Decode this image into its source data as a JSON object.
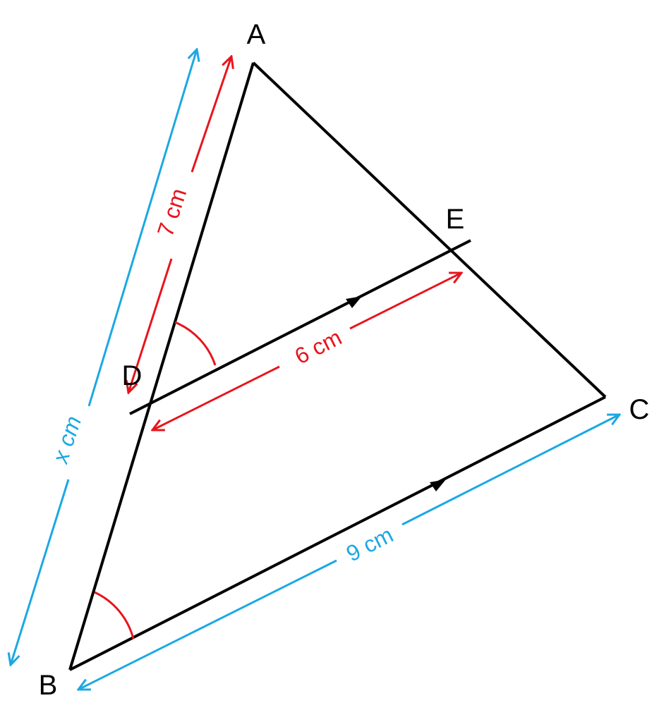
{
  "vertices": {
    "a": "A",
    "b": "B",
    "c": "C",
    "d": "D",
    "e": "E"
  },
  "measurements": {
    "ad": "7 cm",
    "de": "6 cm",
    "bc": "9 cm",
    "ab": "x cm"
  },
  "colors": {
    "lines": "#000000",
    "inner_measure": "#e8141c",
    "outer_measure": "#1ba8e3"
  }
}
